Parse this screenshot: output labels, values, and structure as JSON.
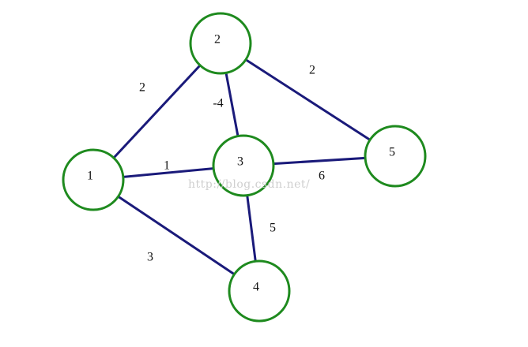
{
  "graph": {
    "nodes": [
      {
        "id": "1",
        "label": "1"
      },
      {
        "id": "2",
        "label": "2"
      },
      {
        "id": "3",
        "label": "3"
      },
      {
        "id": "4",
        "label": "4"
      },
      {
        "id": "5",
        "label": "5"
      }
    ],
    "edges": [
      {
        "from": "1",
        "to": "2",
        "weight": "2"
      },
      {
        "from": "2",
        "to": "5",
        "weight": "2"
      },
      {
        "from": "2",
        "to": "3",
        "weight": "-4"
      },
      {
        "from": "1",
        "to": "3",
        "weight": "1"
      },
      {
        "from": "3",
        "to": "5",
        "weight": "6"
      },
      {
        "from": "3",
        "to": "4",
        "weight": "5"
      },
      {
        "from": "1",
        "to": "4",
        "weight": "3"
      }
    ]
  },
  "watermark": "http://blog.csdn.net/",
  "colors": {
    "node_stroke": "#1e8a1e",
    "edge_stroke": "#1a1a7a",
    "background": "#ffffff"
  }
}
